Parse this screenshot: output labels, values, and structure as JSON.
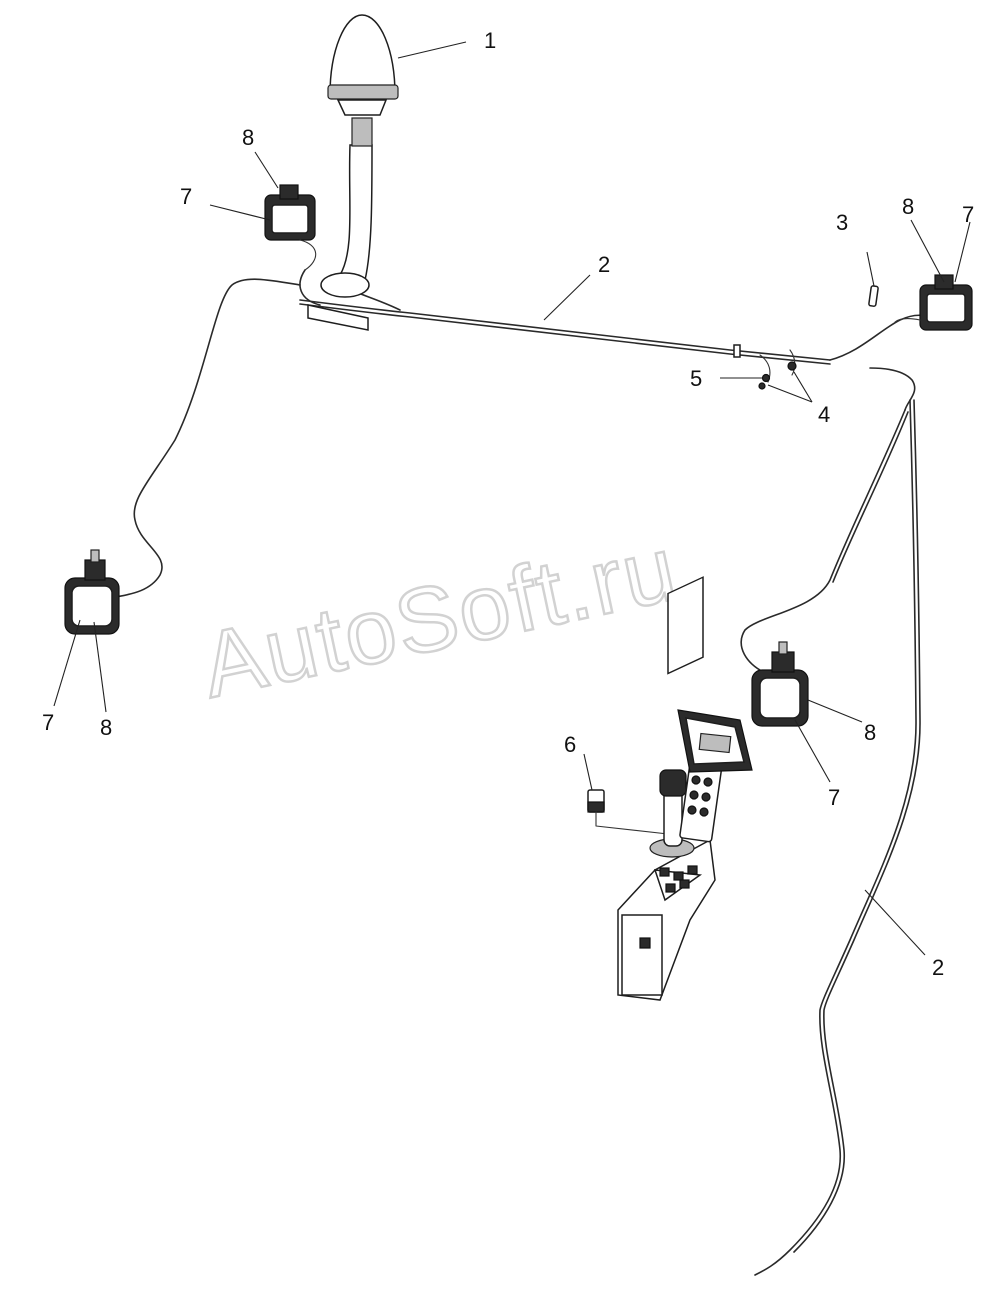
{
  "watermark": "AutoSoft.ru",
  "callouts": [
    {
      "id": "c1",
      "label": "1"
    },
    {
      "id": "c2a",
      "label": "2"
    },
    {
      "id": "c2b",
      "label": "2"
    },
    {
      "id": "c3",
      "label": "3"
    },
    {
      "id": "c4",
      "label": "4"
    },
    {
      "id": "c5",
      "label": "5"
    },
    {
      "id": "c6",
      "label": "6"
    },
    {
      "id": "c7a",
      "label": "7"
    },
    {
      "id": "c8a",
      "label": "8"
    },
    {
      "id": "c7b",
      "label": "7"
    },
    {
      "id": "c8b",
      "label": "8"
    },
    {
      "id": "c7c",
      "label": "7"
    },
    {
      "id": "c8c",
      "label": "8"
    },
    {
      "id": "c7d",
      "label": "7"
    },
    {
      "id": "c8d",
      "label": "8"
    }
  ]
}
